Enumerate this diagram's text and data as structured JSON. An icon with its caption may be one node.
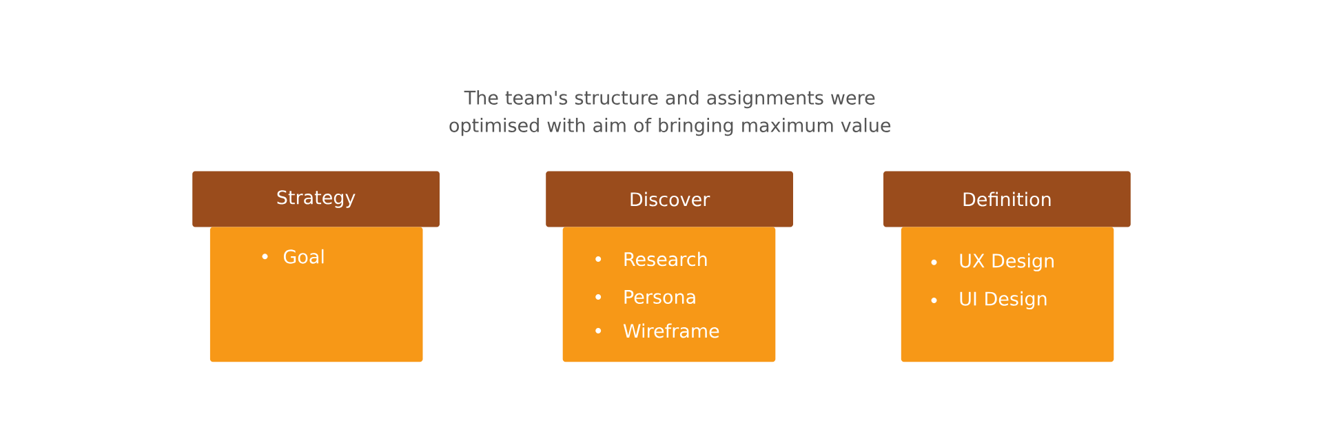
{
  "diagram": {
    "title": "The team's structure and assignments were optimised with aim of bringing maximum value",
    "nodes": [
      {
        "text": [
          "Strategy"
        ]
      },
      {
        "text": [
          "Goal"
        ]
      },
      {
        "text": [
          "Discover"
        ]
      },
      {
        "text": [
          "Research",
          "Persona",
          "Wireframe"
        ]
      },
      {
        "text": [
          "Definition"
        ]
      },
      {
        "text": [
          "UX Design",
          "UI Design"
        ]
      }
    ]
  }
}
